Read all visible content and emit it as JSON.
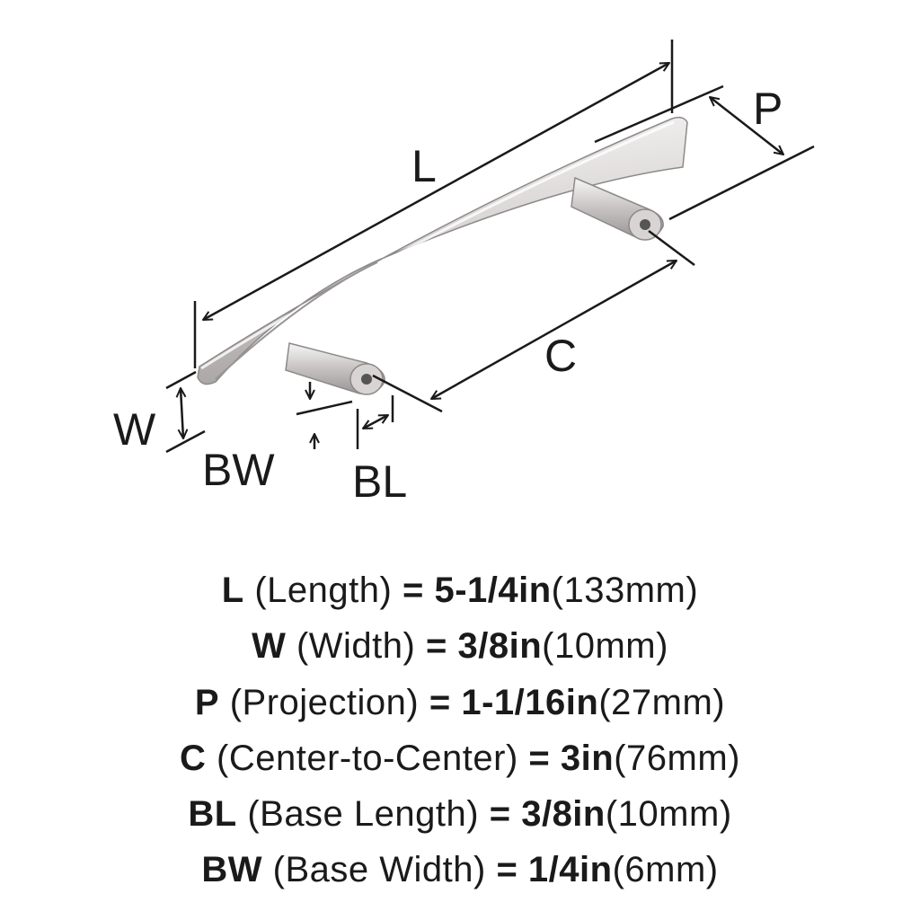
{
  "diagram": {
    "labels": {
      "L": "L",
      "P": "P",
      "C": "C",
      "W": "W",
      "BW": "BW",
      "BL": "BL"
    },
    "colors": {
      "ink": "#1a1a1a",
      "metal_light": "#f3f1f1",
      "metal_mid": "#cfcbcb",
      "metal_dark": "#8e8a8a"
    }
  },
  "specs": [
    {
      "code": "L",
      "name": "(Length)",
      "eq": "=",
      "imperial": "5-1/4in",
      "metric": "(133mm)"
    },
    {
      "code": "W",
      "name": "(Width)",
      "eq": "=",
      "imperial": "3/8in",
      "metric": "(10mm)"
    },
    {
      "code": "P",
      "name": "(Projection)",
      "eq": "=",
      "imperial": "1-1/16in",
      "metric": "(27mm)"
    },
    {
      "code": "C",
      "name": "(Center-to-Center)",
      "eq": "=",
      "imperial": "3in",
      "metric": "(76mm)"
    },
    {
      "code": "BL",
      "name": "(Base Length)",
      "eq": "=",
      "imperial": "3/8in",
      "metric": "(10mm)"
    },
    {
      "code": "BW",
      "name": "(Base Width)",
      "eq": "=",
      "imperial": "1/4in",
      "metric": "(6mm)"
    }
  ]
}
